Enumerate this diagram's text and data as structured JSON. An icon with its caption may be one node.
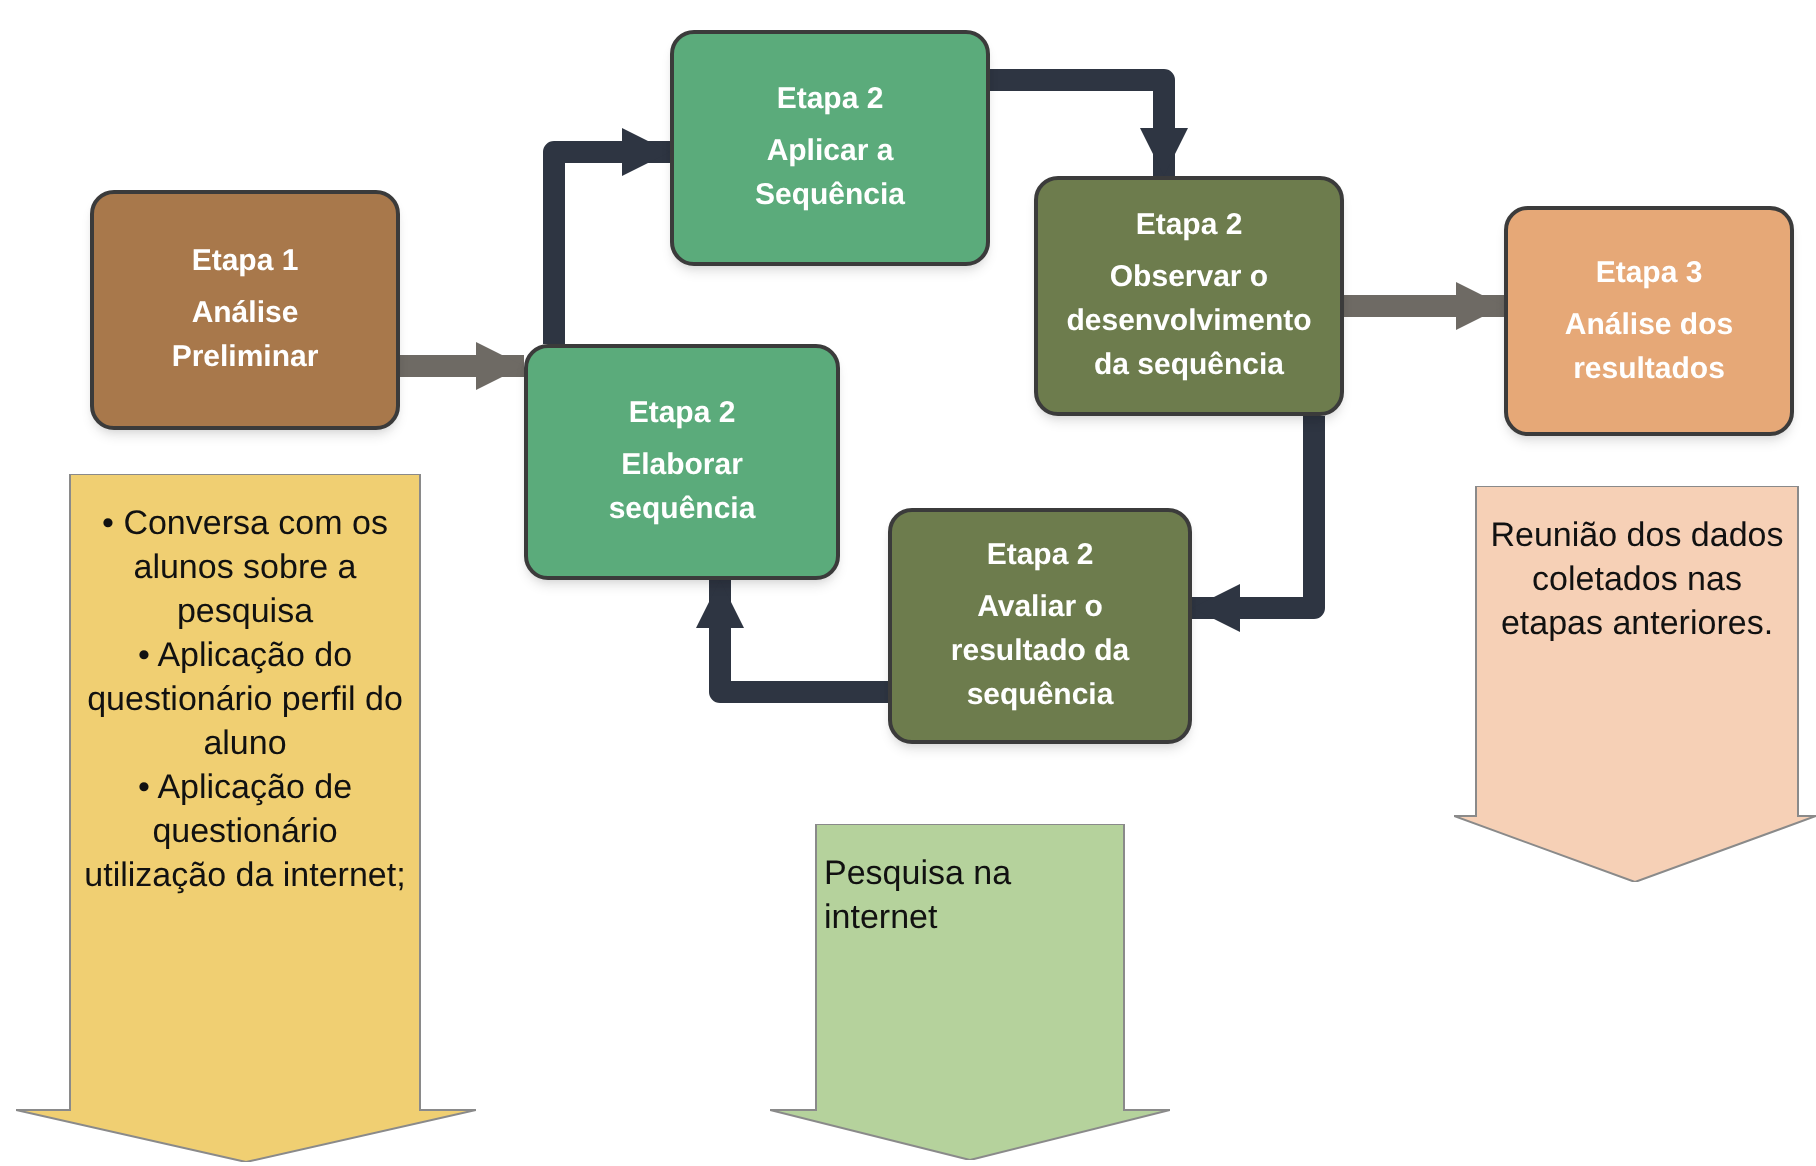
{
  "diagram": {
    "nodes": [
      {
        "text": [
          "Etapa 1",
          "Análise Preliminar"
        ]
      },
      {
        "text": [
          "Etapa 2",
          "Aplicar a Sequência"
        ]
      },
      {
        "text": [
          "Etapa 2",
          "Observar o desenvolvimento da sequência"
        ]
      },
      {
        "text": [
          "Etapa 3",
          "Análise dos resultados"
        ]
      },
      {
        "text": [
          "Etapa 2",
          "Elaborar sequência"
        ]
      },
      {
        "text": [
          "Etapa 2",
          "Avaliar o resultado da sequência"
        ]
      },
      {
        "text": [
          "• Conversa com os alunos sobre a pesquisa",
          "• Aplicação do questionário perfil do aluno",
          "• Aplicação de questionário utilização da internet;"
        ]
      },
      {
        "text": [
          "Pesquisa na internet"
        ]
      },
      {
        "text": [
          "Reunião dos dados coletados nas etapas anteriores."
        ]
      }
    ],
    "edges": [
      {
        "from": 0,
        "to": 4,
        "arrow": "to",
        "color": "#6e6a64"
      },
      {
        "from": 4,
        "to": 1,
        "arrow": "to"
      },
      {
        "from": 1,
        "to": 2,
        "arrow": "to"
      },
      {
        "from": 2,
        "to": 5,
        "arrow": "to"
      },
      {
        "from": 5,
        "to": 4,
        "arrow": "to"
      },
      {
        "from": 2,
        "to": 3,
        "arrow": "to",
        "color": "#6e6a64"
      }
    ]
  }
}
